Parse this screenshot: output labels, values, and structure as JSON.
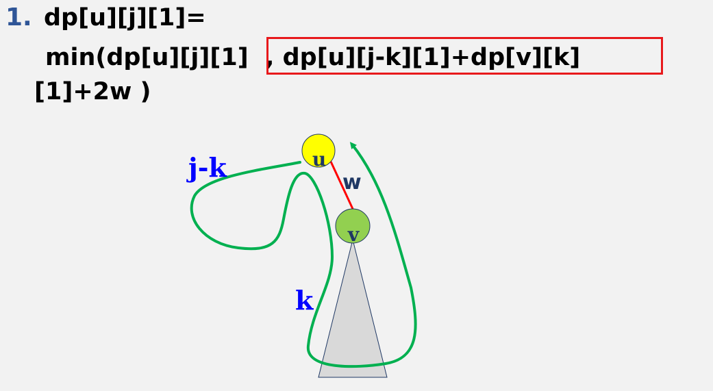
{
  "item_number": "1.",
  "formula": {
    "line1": "dp[u][j][1]=",
    "line2": "min(dp[u][j][1]  , dp[u][j-k][1]+dp[v][k]",
    "line3": "[1]+2w )"
  },
  "diagram": {
    "node_u_label": "u",
    "node_v_label": "v",
    "edge_label": "w",
    "label_jk": "j-k",
    "label_k": "k"
  },
  "colors": {
    "number": "#2f5597",
    "highlight_box": "#e8191c",
    "node_u": "#ffff00",
    "node_v": "#92d050",
    "edge": "#ff0000",
    "path": "#00b050",
    "subtree": "#d9d9d9",
    "label_blue": "#0000ff",
    "label_navy": "#1f3864"
  }
}
